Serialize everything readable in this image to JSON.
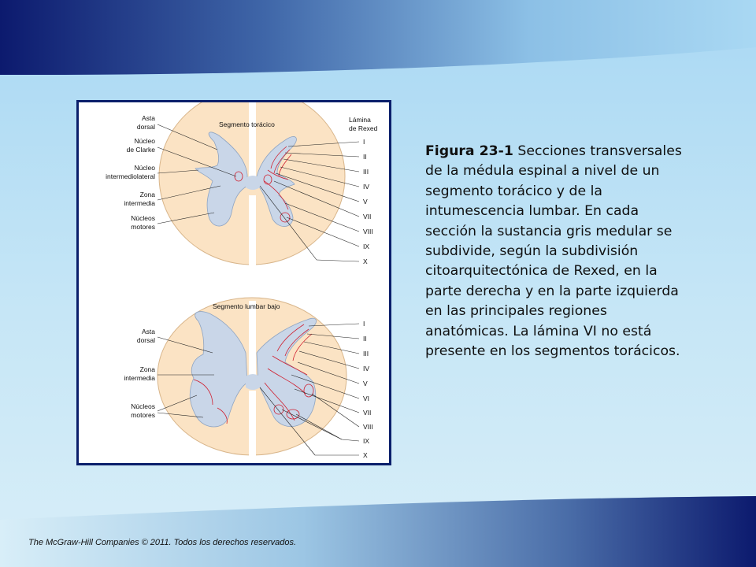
{
  "caption": {
    "figure_label": "Figura 23-1",
    "text": " Secciones transversales de la médula espinal a nivel de un segmento torácico y de la intumescencia lumbar. En cada sección la sustancia gris medular se subdivide, según la subdivisión citoarquitectónica de Rexed, en la parte derecha y en la parte izquierda en las principales regiones anatómicas. La lámina VI no está presente en los segmentos torácicos."
  },
  "footer": "The McGraw-Hill Companies © 2011. Todos los derechos reservados.",
  "figure": {
    "thoracic": {
      "title": "Segmento torácico",
      "lamina_header": [
        "Lámina",
        "de Rexed"
      ],
      "left_labels": [
        [
          "Asta",
          "dorsal"
        ],
        [
          "Núcleo",
          "de Clarke"
        ],
        [
          "Núcleo",
          "intermediolateral"
        ],
        [
          "Zona",
          "intermedia"
        ],
        [
          "Núcleos",
          "motores"
        ]
      ],
      "laminae": [
        "I",
        "II",
        "III",
        "IV",
        "V",
        "VII",
        "VIII",
        "IX",
        "X"
      ]
    },
    "lumbar": {
      "title": "Segmento lumbar bajo",
      "left_labels": [
        [
          "Asta",
          "dorsal"
        ],
        [
          "Zona",
          "intermedia"
        ],
        [
          "Núcleos",
          "motores"
        ]
      ],
      "laminae": [
        "I",
        "II",
        "III",
        "IV",
        "V",
        "VI",
        "VII",
        "VIII",
        "IX",
        "X"
      ]
    }
  },
  "colors": {
    "top_band": "#0c1a6e",
    "white_matter": "#fbe3c4",
    "gray_matter": "#c9d6e8",
    "lamina_lines": "#d02030",
    "figure_border": "#0b1f6b"
  }
}
